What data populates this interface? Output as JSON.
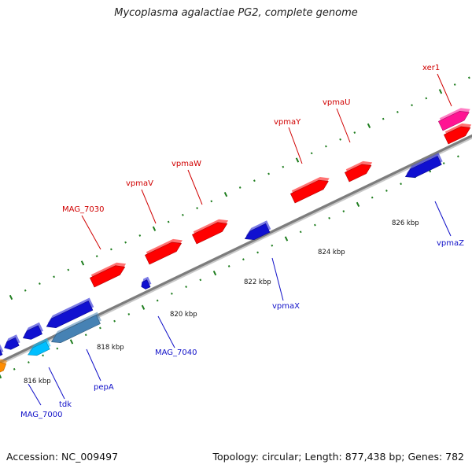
{
  "title": "Mycoplasma agalactiae PG2, complete genome",
  "footer": {
    "accession": "Accession: NC_009497",
    "summary": "Topology: circular; Length: 877,438 bp; Genes: 782"
  },
  "colors": {
    "backbone": "#7d7d7d",
    "tick": "#1e7d1e",
    "forward_label": "#d00000",
    "reverse_label": "#1010c8"
  },
  "scale_labels": [
    "816 kbp",
    "818 kbp",
    "820 kbp",
    "822 kbp",
    "824 kbp",
    "826 kbp"
  ],
  "genes": [
    {
      "label": "",
      "strand": "+",
      "color": "#ff8c00"
    },
    {
      "label": "MAG_7000",
      "strand": "-",
      "color": "#1010d0"
    },
    {
      "label": "",
      "strand": "-",
      "color": "#1010d0"
    },
    {
      "label": "tdk",
      "strand": "-",
      "color": "#00bfff"
    },
    {
      "label": "",
      "strand": "-",
      "color": "#1010d0"
    },
    {
      "label": "",
      "strand": "-",
      "color": "#1010d0"
    },
    {
      "label": "pepA",
      "strand": "-",
      "color": "#4682b4"
    },
    {
      "label": "MAG_7030",
      "strand": "+",
      "color": "#ff0000"
    },
    {
      "label": "MAG_7040",
      "strand": "-",
      "color": "#1010d0"
    },
    {
      "label": "vpmaV",
      "strand": "+",
      "color": "#ff0000"
    },
    {
      "label": "vpmaW",
      "strand": "+",
      "color": "#ff0000"
    },
    {
      "label": "vpmaX",
      "strand": "-",
      "color": "#1010d0"
    },
    {
      "label": "vpmaY",
      "strand": "+",
      "color": "#ff0000"
    },
    {
      "label": "vpmaU",
      "strand": "+",
      "color": "#ff0000"
    },
    {
      "label": "vpmaZ",
      "strand": "-",
      "color": "#1010d0"
    },
    {
      "label": "",
      "strand": "+",
      "color": "#ff0000"
    },
    {
      "label": "xer1",
      "strand": "+",
      "color": "#ff1493"
    }
  ]
}
